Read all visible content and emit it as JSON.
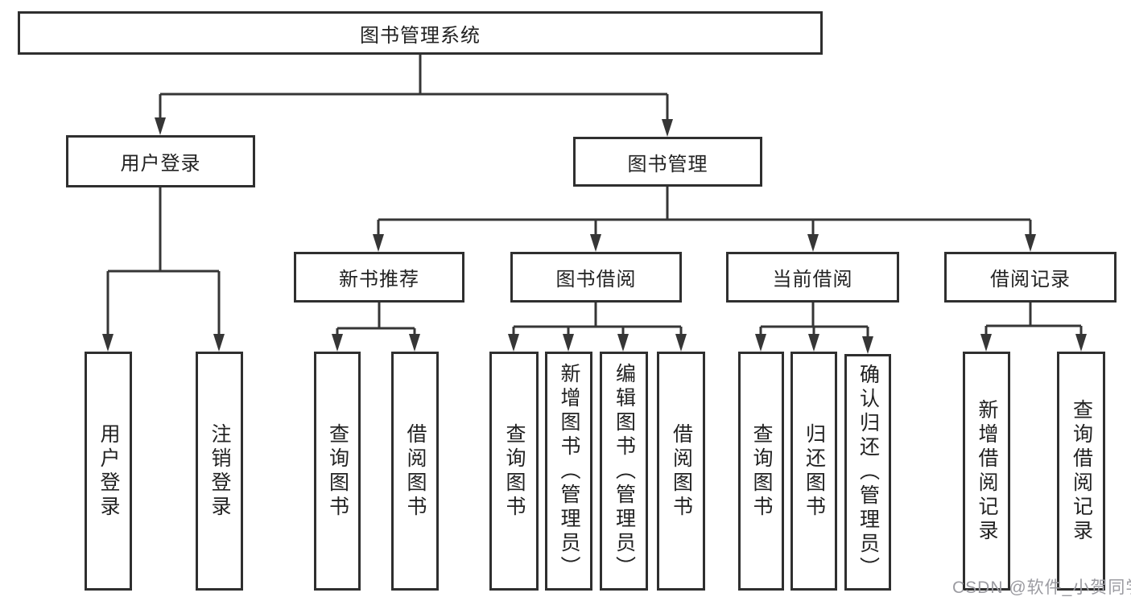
{
  "tree": {
    "label": "图书管理系统",
    "children": [
      {
        "label": "用户登录",
        "children": [
          {
            "label": "用户登录"
          },
          {
            "label": "注销登录"
          }
        ]
      },
      {
        "label": "图书管理",
        "children": [
          {
            "label": "新书推荐",
            "children": [
              {
                "label": "查询图书"
              },
              {
                "label": "借阅图书"
              }
            ]
          },
          {
            "label": "图书借阅",
            "children": [
              {
                "label": "查询图书"
              },
              {
                "label": "新增图书（管理员）"
              },
              {
                "label": "编辑图书（管理员）"
              },
              {
                "label": "借阅图书"
              }
            ]
          },
          {
            "label": "当前借阅",
            "children": [
              {
                "label": "查询图书"
              },
              {
                "label": "归还图书"
              },
              {
                "label": "确认归还（管理员）"
              }
            ]
          },
          {
            "label": "借阅记录",
            "children": [
              {
                "label": "新增借阅记录"
              },
              {
                "label": "查询借阅记录"
              }
            ]
          }
        ]
      }
    ]
  },
  "watermark": "CSDN @软件_小贺同学",
  "colors": {
    "line": "#363636",
    "box_border": "#2f2f2f",
    "text": "#222222",
    "watermark": "#9b9ba1",
    "background": "#ffffff"
  }
}
